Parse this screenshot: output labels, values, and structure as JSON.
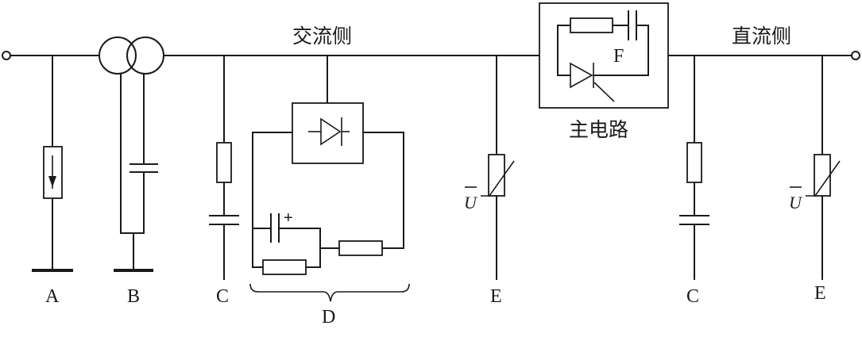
{
  "labels": {
    "ac_side": "交流侧",
    "dc_side": "直流侧",
    "main_circuit": "主电路",
    "f": "F",
    "a": "A",
    "b": "B",
    "c_left": "C",
    "d": "D",
    "e_left": "E",
    "c_right": "C",
    "e_right": "E",
    "u_left": "U",
    "u_right": "U",
    "plus": "+"
  }
}
